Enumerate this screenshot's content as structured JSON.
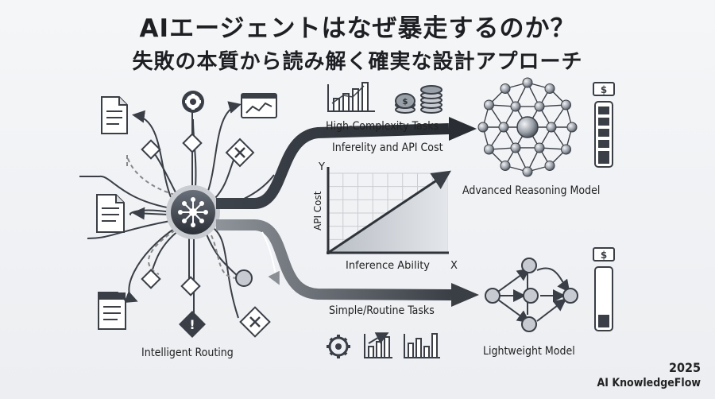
{
  "title": "AIエージェントはなぜ暴走するのか？",
  "subtitle": "失敗の本質から読み解く確実な設計アプローチ",
  "labels": {
    "high_tasks": "High-Complexity Tasks",
    "cost_title": "Inferelity and API Cost",
    "y_axis_letter": "Y",
    "y_axis_label": "API Cost",
    "x_axis_label": "Inference Ability",
    "x_axis_letter": "X",
    "advanced_model": "Advanced Reasoning Model",
    "simple_tasks": "Simple/Routine Tasks",
    "lightweight_model": "Lightweight Model",
    "routing": "Intelligent Routing",
    "currency_symbol": "$"
  },
  "footer": {
    "year": "2025",
    "brand": "AI KnowledgeFlow"
  },
  "chart_data": {
    "type": "line",
    "title": "Inferelity and API Cost",
    "xlabel": "Inference Ability",
    "ylabel": "API Cost",
    "grid": true,
    "area_fill": true,
    "series": [
      {
        "x": [
          0,
          1
        ],
        "y": [
          0,
          1
        ]
      }
    ],
    "xlim": [
      0,
      1
    ],
    "ylim": [
      0,
      1
    ]
  },
  "colors": {
    "dark": "#3a3f47",
    "mid": "#6b7079",
    "light": "#c7cbd1",
    "accent_arrow": "#2f343b"
  },
  "icons": [
    "document-icon",
    "gear-icon",
    "line-chart-icon",
    "diamond-icon",
    "close-icon",
    "router-hub-icon",
    "warning-icon",
    "bar-chart-icon",
    "coins-icon",
    "dollar-bill-icon",
    "battery-icon",
    "neural-network-icon"
  ]
}
